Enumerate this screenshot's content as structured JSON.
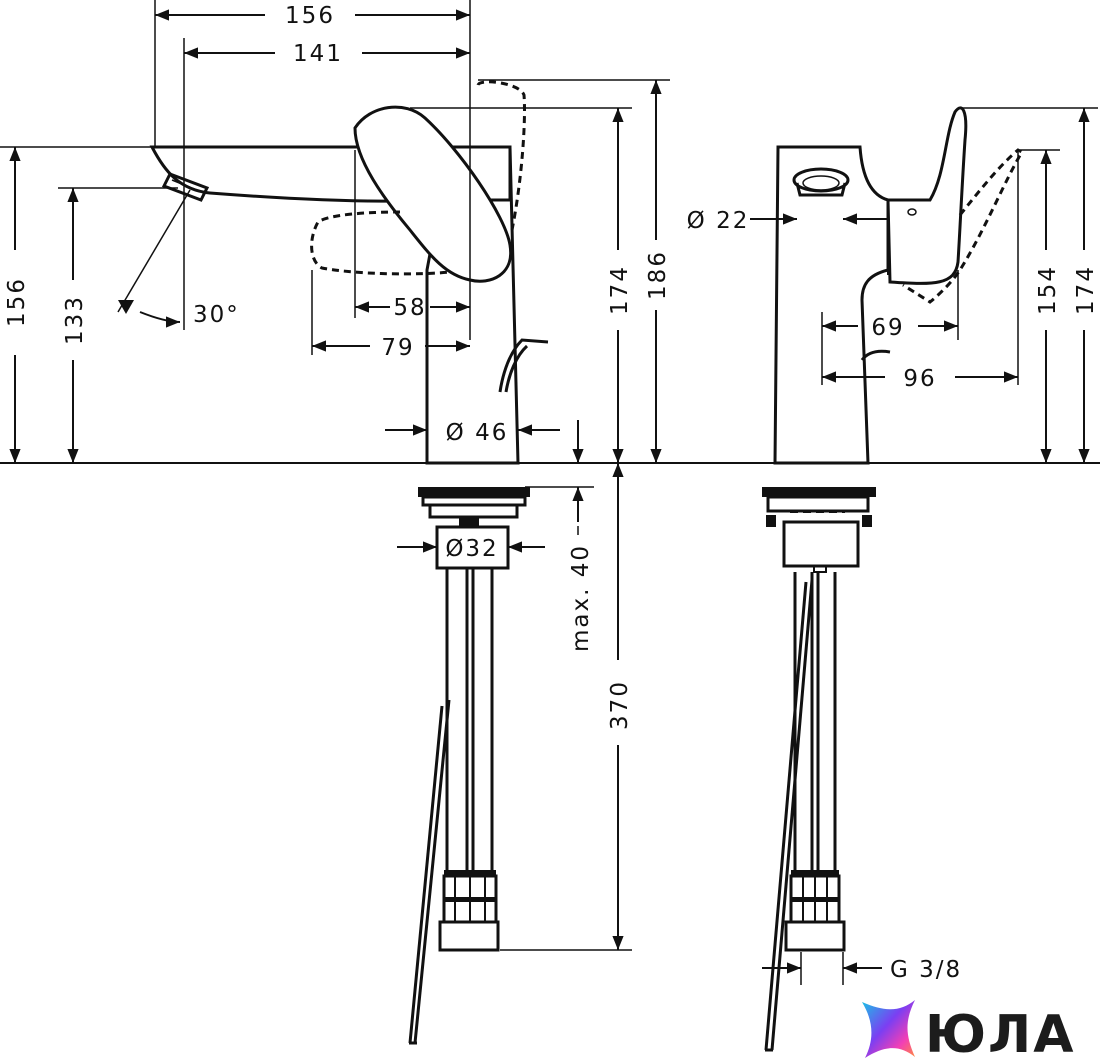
{
  "diagram": {
    "front_view": {
      "dims": {
        "width_156": "156",
        "width_141": "141",
        "height_156": "156",
        "height_133": "133",
        "angle": "30°",
        "lever_58": "58",
        "lever_79": "79",
        "height_174": "174",
        "height_186": "186",
        "diameter_46": "Ø 46",
        "diameter_32": "Ø32",
        "max_40": "max. 40",
        "length_370": "370"
      }
    },
    "side_view": {
      "dims": {
        "diameter_22": "Ø 22",
        "width_69": "69",
        "width_96": "96",
        "height_154": "154",
        "height_174": "174",
        "thread": "G 3/8"
      }
    }
  },
  "logo": {
    "text": "ЮЛА",
    "colors": [
      "#19c3e6",
      "#7b3ff2",
      "#f23fb5",
      "#ff8a3d"
    ]
  }
}
